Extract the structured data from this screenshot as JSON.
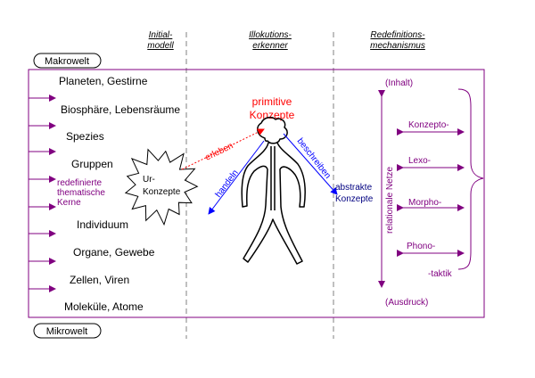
{
  "colors": {
    "purple": "#800080",
    "red": "#ff0000",
    "blue": "#0000ff",
    "black": "#000000",
    "gray": "#808080"
  },
  "headers": {
    "initial": [
      "Initial-",
      "modell"
    ],
    "illokution": [
      "Illokutions-",
      "erkenner"
    ],
    "redefinition": [
      "Redefinitions-",
      "mechanismus"
    ]
  },
  "scale": {
    "top": "Makrowelt",
    "bottom": "Mikrowelt"
  },
  "levels": [
    "Planeten, Gestirne",
    "Biosphäre, Lebensräume",
    "Spezies",
    "Gruppen",
    "Individuum",
    "Organe, Gewebe",
    "Zellen, Viren",
    "Moleküle, Atome"
  ],
  "kerne": [
    "redefinierte",
    "thematische",
    "Kerne"
  ],
  "urkonzepte": [
    "Ur-",
    "Konzepte"
  ],
  "primitive": [
    "primitive",
    "Konzepte"
  ],
  "arrows": {
    "erleben": "erleben",
    "handeln": "handeln",
    "beschreiben": "beschreiben"
  },
  "abstrakte": [
    "abstrakte",
    "Konzepte"
  ],
  "netze": "relationale Netze",
  "mechanism": {
    "inhalt": "(Inhalt)",
    "ausdruck": "(Ausdruck)",
    "konzepto": "Konzepto-",
    "lexo": "Lexo-",
    "morpho": "Morpho-",
    "phono": "Phono-",
    "taktik": "-taktik"
  }
}
